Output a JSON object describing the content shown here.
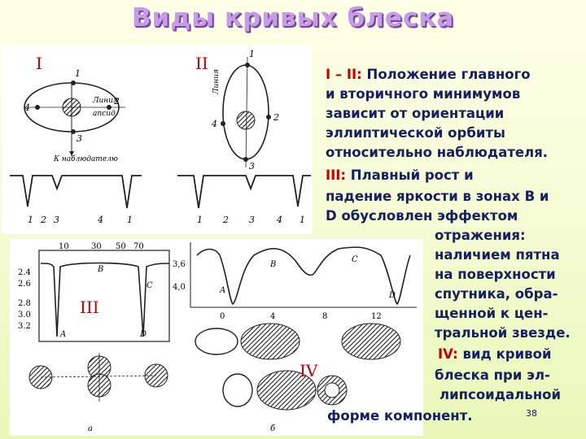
{
  "title": "Виды кривых блеска",
  "labels": {
    "i": "I",
    "ii": "II",
    "iii": "III",
    "iv": "IV"
  },
  "diagram_top": {
    "apsides_label_line1": "Линия",
    "apsides_label_line2": "апсид",
    "observer_label": "К наблюдателю",
    "orbit_points": [
      "1",
      "2",
      "3",
      "4"
    ],
    "curve_labels": [
      "1",
      "2",
      "3",
      "4",
      "1"
    ]
  },
  "diagram_bottom": {
    "a_ticks": [
      "10",
      "30",
      "50",
      "70"
    ],
    "a_yticks": [
      "2.4",
      "2.6",
      "2.8",
      "3.0",
      "3.2"
    ],
    "a_points": [
      "A",
      "B",
      "C",
      "D"
    ],
    "a_caption": "а",
    "b_yticks": [
      "3,6",
      "4,0"
    ],
    "b_xticks": [
      "0",
      "4",
      "8",
      "12"
    ],
    "b_points": [
      "A",
      "B",
      "C",
      "D"
    ],
    "b_caption": "б"
  },
  "description": {
    "lines": [
      {
        "key": "I – II:",
        "text": " Положение главного"
      },
      {
        "text": "и вторичного минимумов"
      },
      {
        "text": "зависит от ориентации"
      },
      {
        "text": "эллиптической орбиты"
      },
      {
        "text": "относительно наблюдателя."
      },
      {
        "key": "III:",
        "text": "  Плавный рост и"
      },
      {
        "text": "падение яркости в зонах B и"
      },
      {
        "text": "D обусловлен эффектом"
      },
      {
        "text": "отражения:"
      },
      {
        "text": "наличием пятна"
      },
      {
        "text": "на поверхности"
      },
      {
        "text": "спутника, обра-"
      },
      {
        "text": "щенной к цен-"
      },
      {
        "text": "тральной звезде."
      },
      {
        "key": "IV:",
        "text": " вид кривой"
      },
      {
        "text": "блеска при эл-"
      },
      {
        "text": "липсоидальной"
      },
      {
        "text": "форме компонент."
      }
    ]
  },
  "slide_number": "38"
}
